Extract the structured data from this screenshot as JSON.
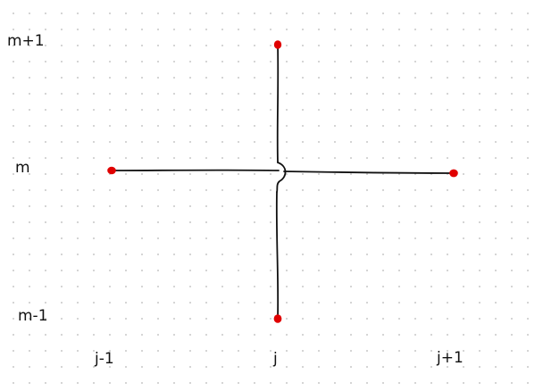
{
  "stencil": {
    "row_labels": {
      "top": "m+1",
      "middle": "m",
      "bottom": "m-1"
    },
    "col_labels": {
      "left": "j-1",
      "center": "j",
      "right": "j+1"
    },
    "points": [
      {
        "id": "top",
        "label_col": "j",
        "label_row": "m+1"
      },
      {
        "id": "left",
        "label_col": "j-1",
        "label_row": "m"
      },
      {
        "id": "right",
        "label_col": "j+1",
        "label_row": "m"
      },
      {
        "id": "bottom",
        "label_col": "j",
        "label_row": "m-1"
      }
    ],
    "colors": {
      "point": "#e00000",
      "line": "#111111",
      "grid_dot": "#c9c9c9",
      "background": "#ffffff"
    }
  }
}
